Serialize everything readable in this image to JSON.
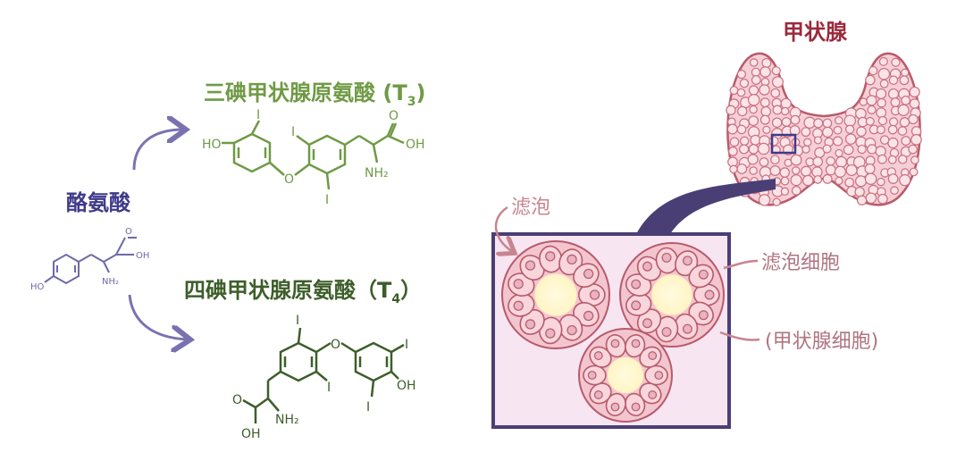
{
  "labels": {
    "tyrosine": "酪氨酸",
    "t3_name": "三碘甲状腺原氨酸 (T",
    "t3_sub": "3",
    "t3_close": ")",
    "t4_name": "四碘甲状腺原氨酸（T",
    "t4_sub": "4",
    "t4_close": "）",
    "thyroid": "甲状腺",
    "follicle": "滤泡",
    "follicular_cell": "滤泡细胞",
    "thyroid_cell": "(甲状腺细胞)"
  },
  "atoms": {
    "ho": "HO",
    "oh": "OH",
    "o": "O",
    "i": "I",
    "nh2": "NH₂"
  },
  "colors": {
    "tyrosine": "#3f3a8a",
    "t3": "#6f9a45",
    "t4": "#3d5e2a",
    "thyroid": "#9b2a3d",
    "tissue": "#b85a6a",
    "box_border": "#4a3f75"
  }
}
